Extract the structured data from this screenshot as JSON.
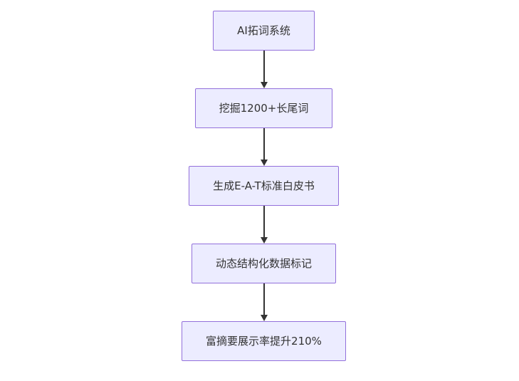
{
  "diagram": {
    "type": "flowchart",
    "direction": "top-down",
    "nodes": [
      {
        "id": "node-1",
        "label": "AI拓词系统"
      },
      {
        "id": "node-2",
        "label": "挖掘1200+长尾词"
      },
      {
        "id": "node-3",
        "label": "生成E-A-T标准白皮书"
      },
      {
        "id": "node-4",
        "label": "动态结构化数据标记"
      },
      {
        "id": "node-5",
        "label": "富摘要展示率提升210%"
      }
    ],
    "edges": [
      {
        "from": "AI拓词系统",
        "to": "挖掘1200+长尾词"
      },
      {
        "from": "挖掘1200+长尾词",
        "to": "生成E-A-T标准白皮书"
      },
      {
        "from": "生成E-A-T标准白皮书",
        "to": "动态结构化数据标记"
      },
      {
        "from": "动态结构化数据标记",
        "to": "富摘要展示率提升210%"
      }
    ],
    "colors": {
      "node_fill": "#ececff",
      "node_border": "#9370db",
      "edge": "#333333",
      "text": "#333333",
      "background": "#ffffff"
    }
  }
}
